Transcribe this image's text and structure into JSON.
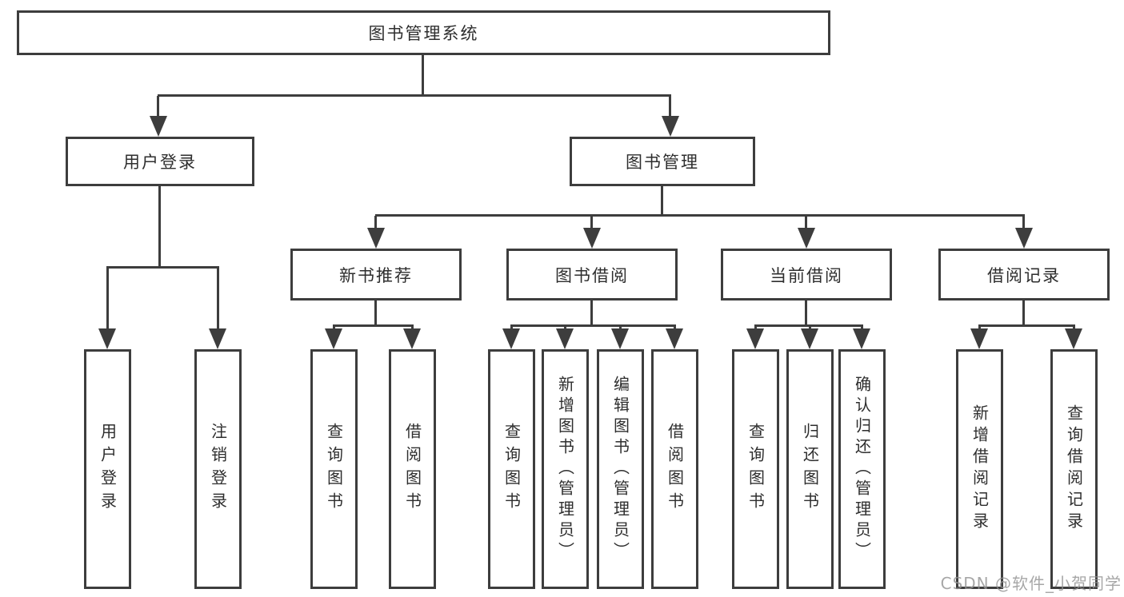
{
  "nodes": {
    "root": "图书管理系统",
    "userLogin": "用户登录",
    "bookMgmt": "图书管理",
    "newBooks": "新书推荐",
    "bookBorrow": "图书借阅",
    "currentBorrow": "当前借阅",
    "borrowRecords": "借阅记录",
    "leafUserLogin": "用户登录",
    "leafLogout": "注销登录",
    "leafNbQuery": "查询图书",
    "leafNbBorrow": "借阅图书",
    "leafBbQuery": "查询图书",
    "leafBbAdd": "新增图书（管理员）",
    "leafBbEdit": "编辑图书（管理员）",
    "leafBbBorrow": "借阅图书",
    "leafCbQuery": "查询图书",
    "leafCbReturn": "归还图书",
    "leafCbConfirm": "确认归还（管理员）",
    "leafBrAdd": "新增借阅记录",
    "leafBrQuery": "查询借阅记录"
  },
  "hierarchy": {
    "图书管理系统": {
      "用户登录": [
        "用户登录",
        "注销登录"
      ],
      "图书管理": {
        "新书推荐": [
          "查询图书",
          "借阅图书"
        ],
        "图书借阅": [
          "查询图书",
          "新增图书（管理员）",
          "编辑图书（管理员）",
          "借阅图书"
        ],
        "当前借阅": [
          "查询图书",
          "归还图书",
          "确认归还（管理员）"
        ],
        "借阅记录": [
          "新增借阅记录",
          "查询借阅记录"
        ]
      }
    }
  },
  "watermark": "CSDN @软件_小贺同学",
  "colors": {
    "line": "#3d3d3d",
    "text": "#2e2e2e",
    "watermark": "#919191",
    "background": "#ffffff"
  }
}
